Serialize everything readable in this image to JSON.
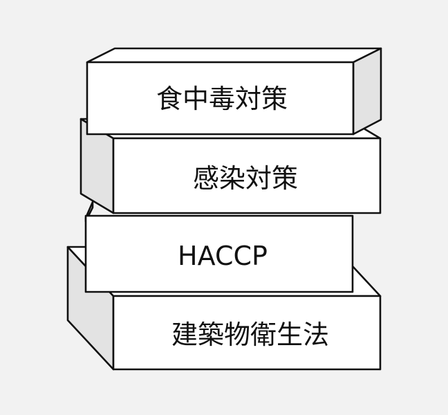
{
  "blocks": [
    {
      "label": "食中毒対策"
    },
    {
      "label": "感染対策"
    },
    {
      "label": "HACCP"
    },
    {
      "label": "建築物衛生法"
    }
  ],
  "colors": {
    "background": "#f2f2f2",
    "front_face": "#ffffff",
    "side_face": "#e3e3e3",
    "outline": "#111111"
  }
}
